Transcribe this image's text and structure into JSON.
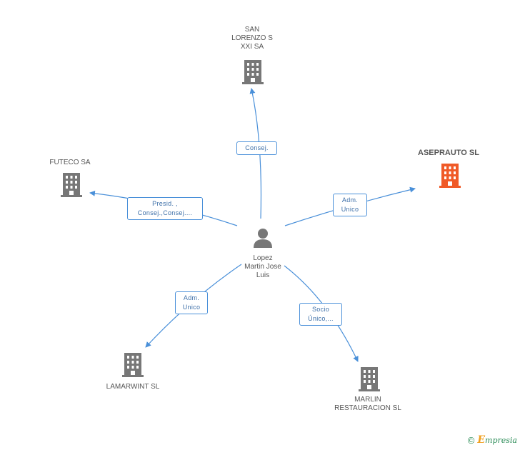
{
  "colors": {
    "edge": "#4a90d9",
    "building": "#777777",
    "building_highlight": "#f05a28",
    "person": "#777777"
  },
  "center": {
    "name": "Lopez\nMartin Jose\nLuis",
    "icon": "person-icon"
  },
  "companies": [
    {
      "id": "san-lorenzo",
      "name": "SAN\nLORENZO S\nXXI SA",
      "highlight": false,
      "icon": "building-icon"
    },
    {
      "id": "futeco",
      "name": "FUTECO SA",
      "highlight": false,
      "icon": "building-icon"
    },
    {
      "id": "asepraut",
      "name": "ASEPRAUTO SL",
      "highlight": true,
      "icon": "building-icon"
    },
    {
      "id": "lamarwint",
      "name": "LAMARWINT  SL",
      "highlight": false,
      "icon": "building-icon"
    },
    {
      "id": "marlin",
      "name": "MARLIN\nRESTAURACION SL",
      "highlight": false,
      "icon": "building-icon"
    }
  ],
  "relations": [
    {
      "target": "san-lorenzo",
      "label": "Consej."
    },
    {
      "target": "futeco",
      "label": "Presid. ,\nConsej.,Consej...."
    },
    {
      "target": "asepraut",
      "label": "Adm.\nUnico"
    },
    {
      "target": "lamarwint",
      "label": "Adm.\nUnico"
    },
    {
      "target": "marlin",
      "label": "Socio\nÚnico,..."
    }
  ],
  "footer": {
    "copyright": "©",
    "brand_initial": "E",
    "brand_rest": "mpresia"
  }
}
